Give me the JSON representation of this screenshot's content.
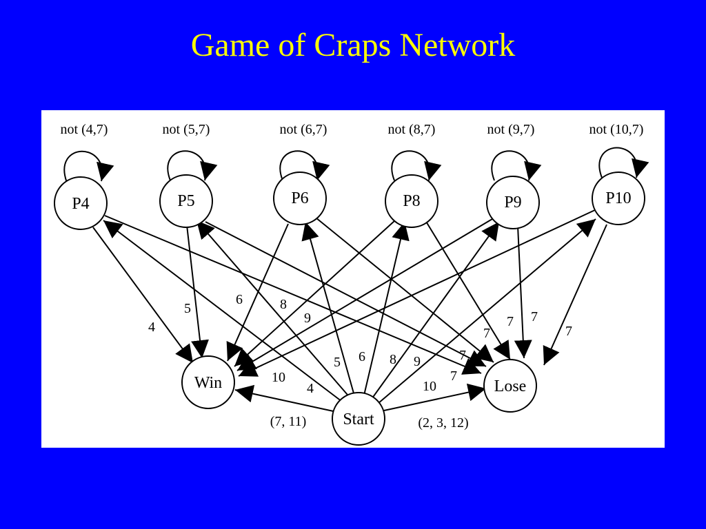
{
  "title": "Game of Craps Network",
  "colors": {
    "background": "#0000ff",
    "title": "#ffff00",
    "panel": "#ffffff",
    "ink": "#000000"
  },
  "nodes": {
    "p4": "P4",
    "p5": "P5",
    "p6": "P6",
    "p8": "P8",
    "p9": "P9",
    "p10": "P10",
    "win": "Win",
    "lose": "Lose",
    "start": "Start"
  },
  "self_loops": {
    "p4": "not (4,7)",
    "p5": "not (5,7)",
    "p6": "not (6,7)",
    "p8": "not (8,7)",
    "p9": "not (9,7)",
    "p10": "not (10,7)"
  },
  "edge_labels": {
    "start_win": "(7, 11)",
    "start_lose": "(2, 3, 12)",
    "start_p4": "4",
    "start_p5": "5",
    "start_p6": "6",
    "start_p8": "8",
    "start_p9": "9",
    "start_p10": "10",
    "p4_win": "4",
    "p5_win": "5",
    "p6_win": "6",
    "p8_win": "8",
    "p9_win": "9",
    "p10_win": "10",
    "p4_lose": "7",
    "p5_lose": "7",
    "p6_lose": "7",
    "p8_lose": "7",
    "p9_lose": "7",
    "p10_lose": "7"
  }
}
